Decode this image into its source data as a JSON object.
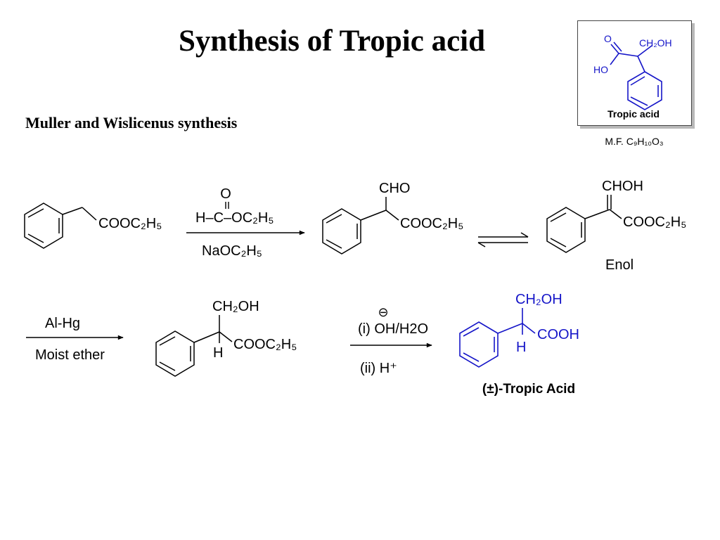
{
  "slide": {
    "title": "Synthesis of Tropic acid",
    "subtitle": "Muller and Wislicenus synthesis"
  },
  "reference_structure": {
    "caption": "Tropic acid",
    "label_o": "O",
    "label_ch2oh": "CH₂OH",
    "label_ho": "HO",
    "formula": "M.F. C₉H₁₀O₃",
    "color": "#1515c8"
  },
  "step1": {
    "start_group": "COOC₂H₅",
    "reagent_o": "O",
    "reagent_formula": "H–C–OC₂H₅",
    "reagent_below": "NaOC₂H₅",
    "product_top": "CHO",
    "product_right": "COOC₂H₅",
    "enol_top": "CHOH",
    "enol_right": "COOC₂H₅",
    "enol_label": "Enol"
  },
  "step2": {
    "reagent_above": "Al-Hg",
    "reagent_below": "Moist ether",
    "product_top": "CH₂OH",
    "product_right": "COOC₂H₅",
    "product_bottom": "H"
  },
  "step3": {
    "reagent_line1": "(i) OH/H2O",
    "reagent_charge": "⊖",
    "reagent_line2": "(ii) H⁺",
    "product_top": "CH₂OH",
    "product_right": "COOH",
    "product_bottom": "H",
    "product_label": "(±)-Tropic Acid"
  }
}
